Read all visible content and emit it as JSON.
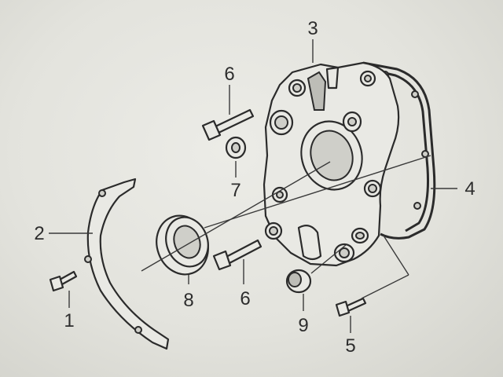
{
  "callouts": {
    "c1": "1",
    "c2": "2",
    "c3": "3",
    "c4": "4",
    "c5": "5",
    "c6a": "6",
    "c6b": "6",
    "c7": "7",
    "c8": "8",
    "c9": "9"
  },
  "colors": {
    "line": "#2b2b2b",
    "paper": "#e6e6e0"
  }
}
